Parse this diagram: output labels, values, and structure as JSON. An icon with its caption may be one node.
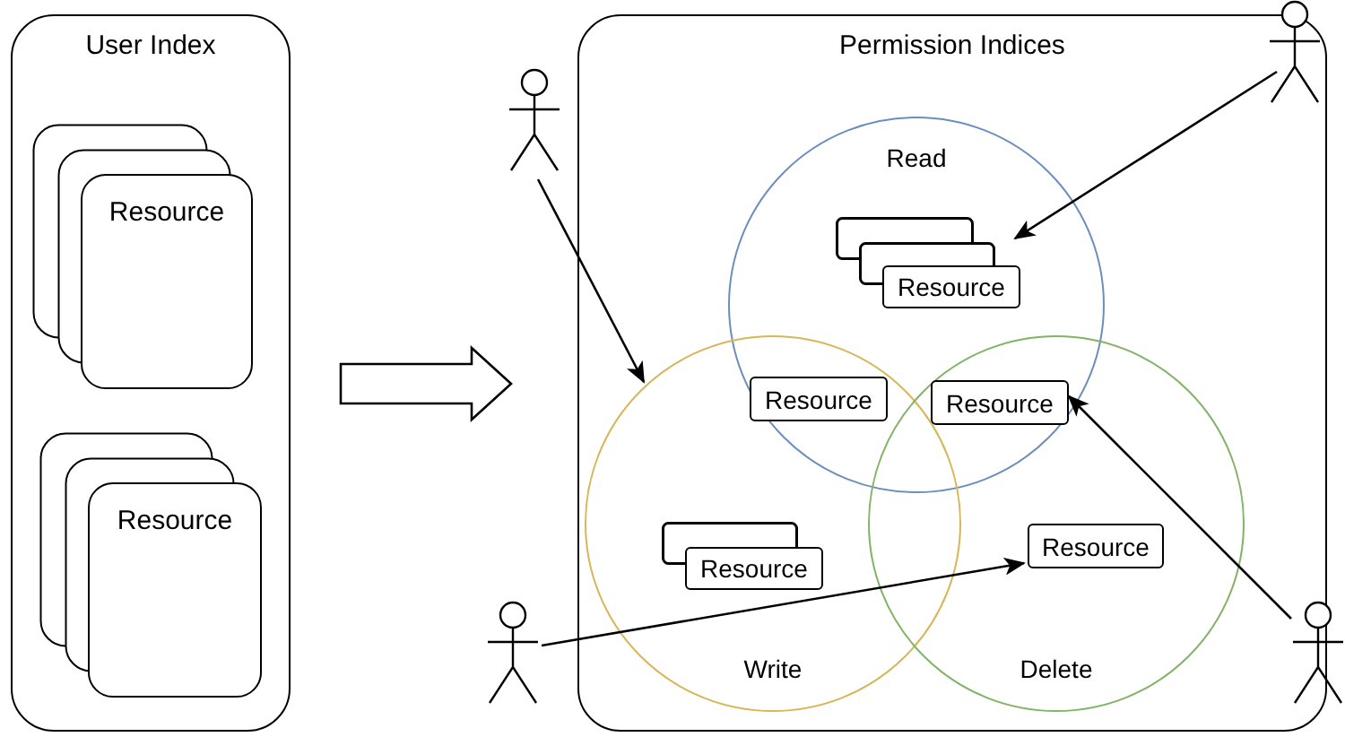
{
  "diagram": {
    "nodes": [
      {
        "text": [
          "User Index"
        ]
      },
      {
        "text": [
          "Resource"
        ],
        "in": 0
      },
      {
        "text": [
          "Resource"
        ],
        "in": 0
      },
      {
        "text": [
          "Permission Indices"
        ]
      },
      {
        "text": [
          "Read"
        ],
        "in": 3
      },
      {
        "text": [
          "Write"
        ],
        "in": 3
      },
      {
        "text": [
          "Delete"
        ],
        "in": 3
      },
      {
        "text": [
          "Resource"
        ],
        "in": 4
      },
      {
        "text": [
          "Resource"
        ]
      },
      {
        "text": [
          "Resource"
        ]
      },
      {
        "text": [
          "Resource"
        ],
        "in": 5
      },
      {
        "text": [
          "Resource"
        ],
        "in": 6
      },
      {
        "text": [],
        "shape": "person"
      },
      {
        "text": [],
        "shape": "person"
      },
      {
        "text": [],
        "shape": "person"
      },
      {
        "text": [],
        "shape": "person"
      }
    ],
    "edges": [
      {
        "from": 0,
        "to": 3,
        "arrow": "to",
        "style": "thick"
      },
      {
        "from": 12,
        "to": 5,
        "arrow": "to"
      },
      {
        "from": 13,
        "to": 7,
        "arrow": "to"
      },
      {
        "from": 14,
        "to": 11,
        "arrow": "to"
      },
      {
        "from": 15,
        "to": 9,
        "arrow": "to"
      }
    ]
  }
}
